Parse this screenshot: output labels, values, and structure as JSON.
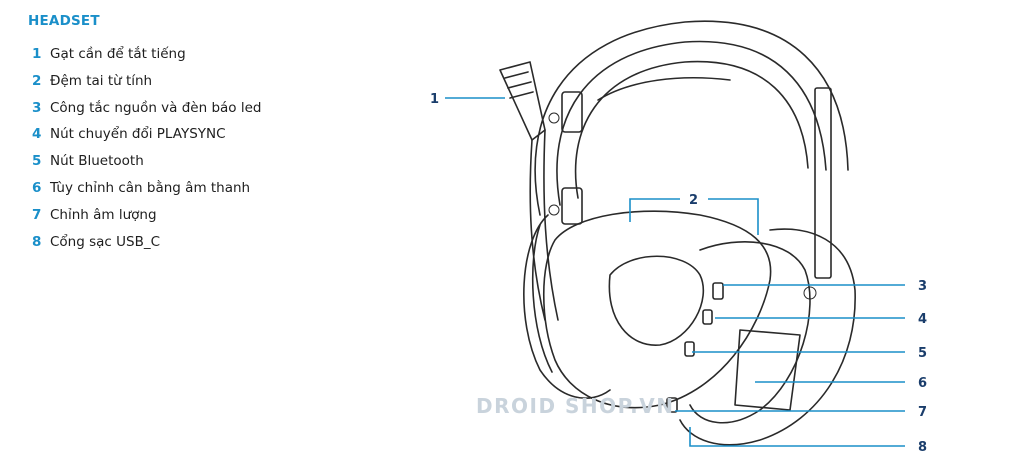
{
  "title": "HEADSET",
  "legend": [
    {
      "num": "1",
      "label": "Gạt cần để tắt tiếng"
    },
    {
      "num": "2",
      "label": "Đệm tai từ tính"
    },
    {
      "num": "3",
      "label": "Công tắc nguồn và đèn báo led"
    },
    {
      "num": "4",
      "label": "Nút chuyển đổi PLAYSYNC"
    },
    {
      "num": "5",
      "label": "Nút Bluetooth"
    },
    {
      "num": "6",
      "label": "Tùy chỉnh cân bằng âm thanh"
    },
    {
      "num": "7",
      "label": "Chỉnh âm lượng"
    },
    {
      "num": "8",
      "label": "Cổng sạc USB_C"
    }
  ],
  "callouts": {
    "c1": "1",
    "c2": "2",
    "c3": "3",
    "c4": "4",
    "c5": "5",
    "c6": "6",
    "c7": "7",
    "c8": "8"
  },
  "watermark": "DROID SHOP.VN",
  "colors": {
    "accent": "#1a8fc9",
    "callout_text": "#1a3d6b",
    "line_art": "#2a2a2a"
  }
}
